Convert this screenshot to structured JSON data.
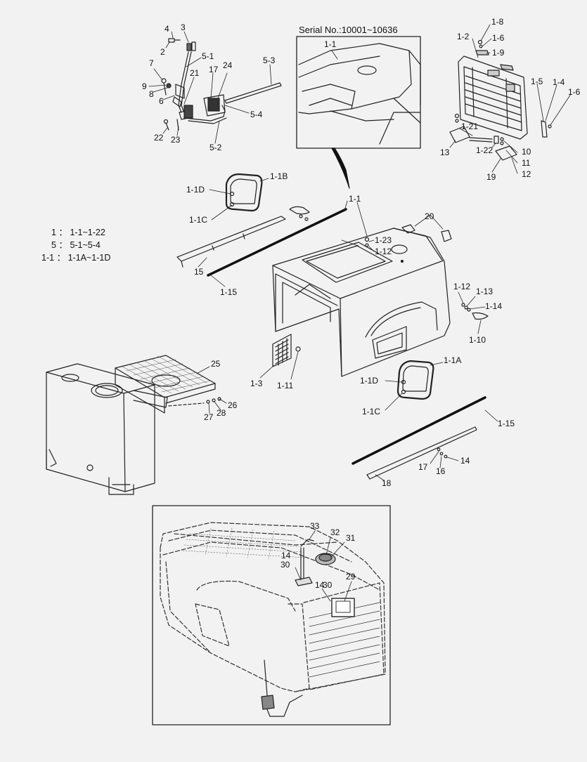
{
  "serial_label": "Serial No.:10001~10636",
  "legend": [
    {
      "key": "1",
      "sep": "：",
      "value": "1-1~1-22"
    },
    {
      "key": "5",
      "sep": "：",
      "value": "5-1~5-4"
    },
    {
      "key": "1-1",
      "sep": "：",
      "value": "1-1A~1-1D"
    }
  ],
  "callouts": {
    "c4": "4",
    "c3": "3",
    "c2": "2",
    "c5_1": "5-1",
    "c7": "7",
    "c9": "9",
    "c8": "8",
    "c6": "6",
    "c21": "21",
    "c17": "17",
    "c24": "24",
    "c5_3": "5-3",
    "c5_4": "5-4",
    "c22": "22",
    "c23": "23",
    "c5_2": "5-2",
    "c1_1_inset": "1-1",
    "c1_8": "1-8",
    "c1_2": "1-2",
    "c1_6a": "1-6",
    "c1_9": "1-9",
    "c1_5": "1-5",
    "c1_4": "1-4",
    "c1_6b": "1-6",
    "c1_21": "1-21",
    "c13": "13",
    "c1_22": "1-22",
    "c10": "10",
    "c11": "11",
    "c19": "19",
    "c12": "12",
    "c1_1D_top": "1-1D",
    "c1_1B": "1-1B",
    "c1_1C_top": "1-1C",
    "c1_1": "1-1",
    "c20": "20",
    "c1_23": "1-23",
    "c1_12a": "1-12",
    "c15": "15",
    "c1_15a": "1-15",
    "c1_12b": "1-12",
    "c1_13": "1-13",
    "c1_14": "1-14",
    "c1_10": "1-10",
    "c25": "25",
    "c1_3": "1-3",
    "c1_11": "1-11",
    "c1_1A": "1-1A",
    "c1_1D_bot": "1-1D",
    "c1_1C_bot": "1-1C",
    "c26": "26",
    "c28": "28",
    "c27": "27",
    "c1_15b": "1-15",
    "c17b": "17",
    "c16": "16",
    "c14": "14",
    "c18": "18",
    "c33": "33",
    "c32": "32",
    "c31": "31",
    "c14b": "14",
    "c30a": "30",
    "c14c": "14",
    "c30b": "30",
    "c29": "29"
  }
}
